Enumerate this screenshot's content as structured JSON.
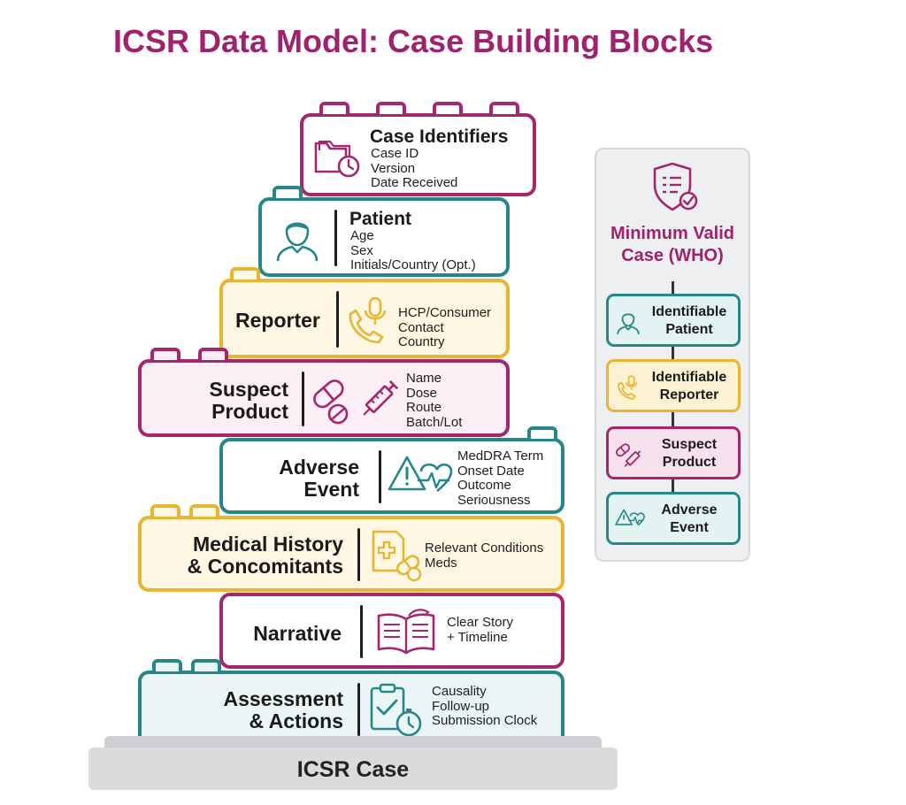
{
  "title": "ICSR Data Model: Case Building Blocks",
  "blocks": [
    {
      "heading": "Case Identifiers",
      "items": [
        "Case ID",
        "Version",
        "Date Received"
      ],
      "icon": "folder-clock-icon",
      "color": "#a3266f"
    },
    {
      "heading": "Patient",
      "items": [
        "Age",
        "Sex",
        "Initials/Country (Opt.)"
      ],
      "icon": "person-icon",
      "color": "#27868a"
    },
    {
      "heading": "Reporter",
      "items": [
        "HCP/Consumer",
        "Contact",
        "Country"
      ],
      "icon": "phone-microphone-icon",
      "color": "#e9b530"
    },
    {
      "heading_lines": [
        "Suspect",
        "Product"
      ],
      "items": [
        "Name",
        "Dose",
        "Route",
        "Batch/Lot"
      ],
      "icon": "pill-syringe-icon",
      "color": "#a3266f"
    },
    {
      "heading_lines": [
        "Adverse",
        "Event"
      ],
      "items": [
        "MedDRA Term",
        "Onset Date",
        "Outcome",
        "Seriousness"
      ],
      "icon": "warning-heartbeat-icon",
      "color": "#27868a"
    },
    {
      "heading_lines": [
        "Medical History",
        "& Concomitants"
      ],
      "items": [
        "Relevant Conditions",
        "Meds"
      ],
      "icon": "medical-record-pills-icon",
      "color": "#e9b530"
    },
    {
      "heading": "Narrative",
      "items": [
        "Clear Story",
        "+ Timeline"
      ],
      "icon": "open-book-icon",
      "color": "#a3266f"
    },
    {
      "heading_lines": [
        "Assessment",
        "& Actions"
      ],
      "items": [
        "Causality",
        "Follow-up",
        "Submission Clock"
      ],
      "icon": "clipboard-stopwatch-icon",
      "color": "#27868a"
    }
  ],
  "base_label": "ICSR Case",
  "panel": {
    "title_lines": [
      "Minimum Valid",
      "Case (WHO)"
    ],
    "icon": "shield-checklist-icon",
    "items": [
      {
        "lines": [
          "Identifiable",
          "Patient"
        ],
        "icon": "person-icon",
        "color": "#27868a"
      },
      {
        "lines": [
          "Identifiable",
          "Reporter"
        ],
        "icon": "phone-microphone-icon",
        "color": "#e9b530"
      },
      {
        "lines": [
          "Suspect",
          "Product"
        ],
        "icon": "pill-syringe-icon",
        "color": "#a3266f"
      },
      {
        "lines": [
          "Adverse",
          "Event"
        ],
        "icon": "warning-heartbeat-icon",
        "color": "#27868a"
      }
    ]
  },
  "colors": {
    "title": "#a0226e",
    "magenta": "#a3266f",
    "teal": "#27868a",
    "yellow": "#e9b530",
    "base": "#dadbdd"
  }
}
